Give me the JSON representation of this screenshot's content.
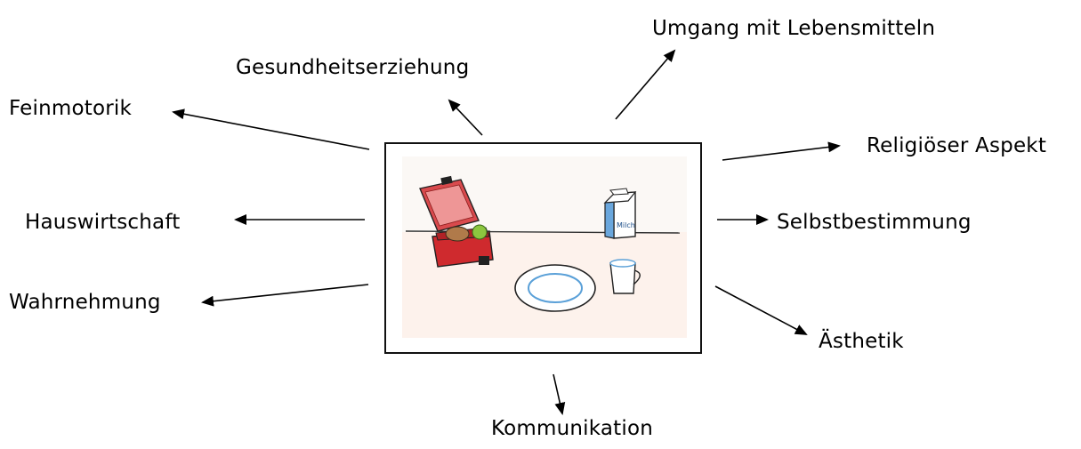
{
  "diagram": {
    "labels": {
      "umgang": "Umgang mit Lebensmitteln",
      "gesundheit": "Gesundheitserziehung",
      "feinmotorik": "Feinmotorik",
      "religioes": "Religiöser Aspekt",
      "hauswirtschaft": "Hauswirtschaft",
      "selbstbestimmung": "Selbstbestimmung",
      "wahrnehmung": "Wahrnehmung",
      "aesthetik": "Ästhetik",
      "kommunikation": "Kommunikation"
    },
    "center_image": {
      "milk_carton_text": "Milch"
    },
    "colors": {
      "line": "#000000",
      "lunchbox": "#c8282c",
      "lunchbox_inside": "#e88a8a",
      "plate_rim": "#5aa0d8",
      "carton": "#4a8fd0",
      "apple": "#8cc63f"
    }
  }
}
